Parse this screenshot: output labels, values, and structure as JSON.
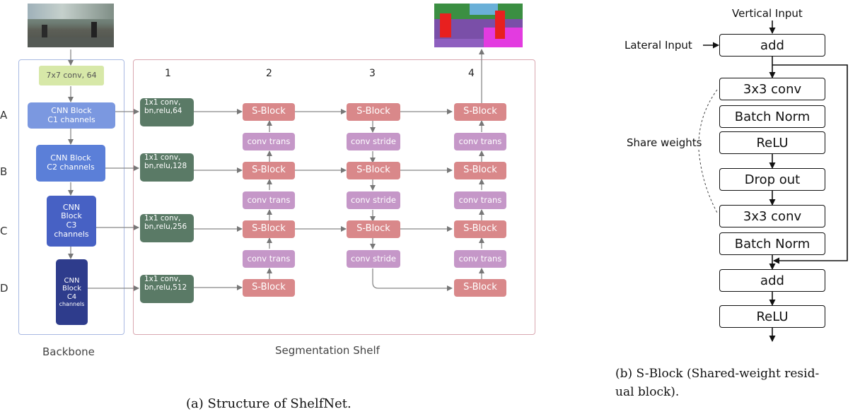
{
  "diagram_a": {
    "caption": "(a) Structure of ShelfNet.",
    "backbone_label": "Backbone",
    "shelf_label": "Segmentation Shelf",
    "conv7_label": "7x7 conv, 64",
    "row_labels": [
      "A",
      "B",
      "C",
      "D"
    ],
    "column_labels": [
      "1",
      "2",
      "3",
      "4"
    ],
    "cnn_blocks": [
      {
        "lines": [
          "CNN Block",
          "C1 channels"
        ],
        "color": "#7b98e0"
      },
      {
        "lines": [
          "CNN Block",
          "C2 channels"
        ],
        "color": "#5b7fd8"
      },
      {
        "lines": [
          "CNN",
          "Block",
          "C3",
          "channels"
        ],
        "color": "#4761c4"
      },
      {
        "lines": [
          "CNN",
          "Block",
          "C4",
          "channels"
        ],
        "color": "#2e3c8c"
      }
    ],
    "conv1x1_blocks": [
      [
        "1x1 conv,",
        "bn,relu,64"
      ],
      [
        "1x1 conv,",
        "bn,relu,128"
      ],
      [
        "1x1 conv,",
        "bn,relu,256"
      ],
      [
        "1x1 conv,",
        "bn,relu,512"
      ]
    ],
    "sblock_label": "S-Block",
    "conv_trans_label": "conv trans",
    "conv_stride_label": "conv stride",
    "colors": {
      "backbone_border": "#a9b9e2",
      "shelf_border": "#d9a7b0",
      "sblock": "#d9888a",
      "conv_trans": "#c597c8",
      "conv1x1": "#5a7a66",
      "conv7": "#d7e8a8"
    }
  },
  "diagram_b": {
    "caption_line1": "(b) S-Block (Shared-weight resid-",
    "caption_line2": "ual block).",
    "vertical_input": "Vertical Input",
    "lateral_input": "Lateral Input",
    "share_weights": "Share weights",
    "blocks": [
      "add",
      "3x3 conv",
      "Batch Norm",
      "ReLU",
      "Drop out",
      "3x3 conv",
      "Batch Norm",
      "add",
      "ReLU"
    ]
  }
}
